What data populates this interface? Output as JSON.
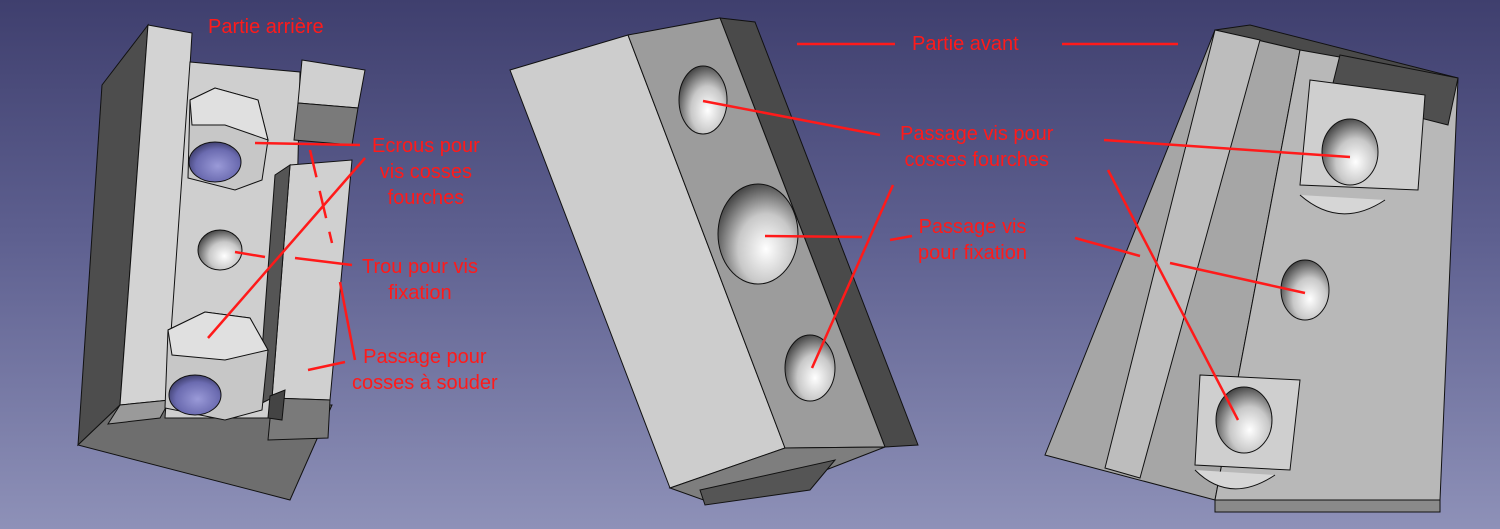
{
  "viewer": {
    "background_top": "#3f3f6e",
    "background_bottom": "#8e91b8",
    "annotation_color": "#ff1a1a"
  },
  "annotations": {
    "rear_title": "Partie arrière",
    "front_title": "Partie avant",
    "nuts_line1": "Ecrous pour",
    "nuts_line2": "vis cosses",
    "nuts_line3": "fourches",
    "hole_line1": "Trou pour vis",
    "hole_line2": "fixation",
    "solder_line1": "Passage pour",
    "solder_line2": "cosses à souder",
    "fork_line1": "Passage vis pour",
    "fork_line2": "cosses fourches",
    "fix_line1": "Passage vis",
    "fix_line2": "pour fixation"
  }
}
